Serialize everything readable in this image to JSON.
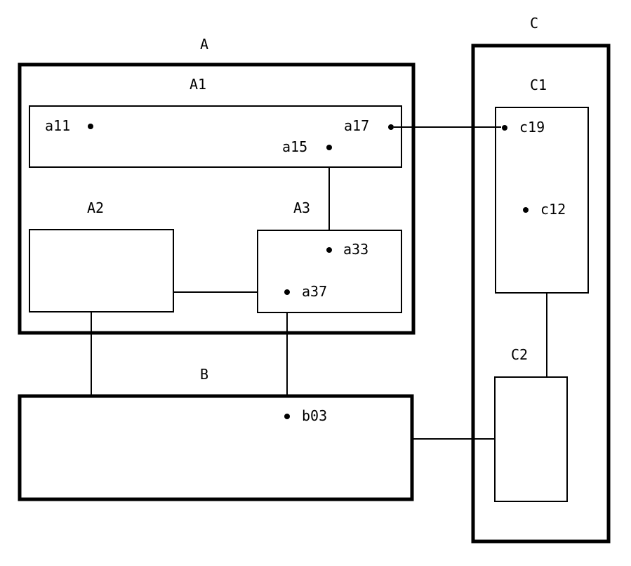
{
  "groups": {
    "A": {
      "label": "A"
    },
    "B": {
      "label": "B"
    },
    "C": {
      "label": "C"
    }
  },
  "components": {
    "A1": {
      "label": "A1",
      "points": {
        "a11": "a11",
        "a15": "a15",
        "a17": "a17"
      }
    },
    "A2": {
      "label": "A2"
    },
    "A3": {
      "label": "A3",
      "points": {
        "a33": "a33",
        "a37": "a37"
      }
    },
    "B": {
      "points": {
        "b03": "b03"
      }
    },
    "C1": {
      "label": "C1",
      "points": {
        "c19": "c19",
        "c12": "c12"
      }
    },
    "C2": {
      "label": "C2"
    }
  },
  "colors": {
    "ink": "#000000",
    "background": "#ffffff"
  }
}
